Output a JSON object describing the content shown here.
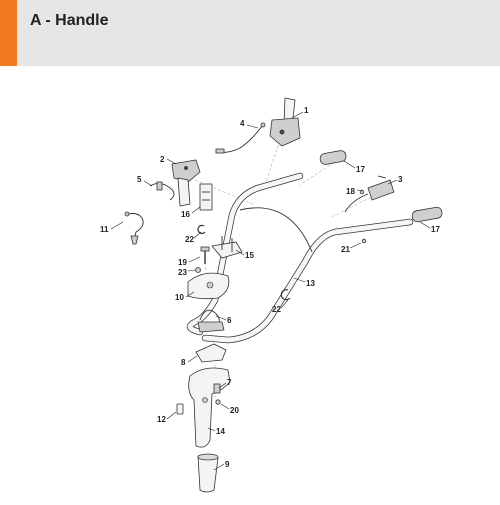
{
  "header": {
    "title": "A - Handle",
    "accent_color": "#f37a1f",
    "background_color": "#e6e6e6"
  },
  "callouts": [
    {
      "id": "1",
      "label": "1"
    },
    {
      "id": "2",
      "label": "2"
    },
    {
      "id": "3",
      "label": "3"
    },
    {
      "id": "4",
      "label": "4"
    },
    {
      "id": "5",
      "label": "5"
    },
    {
      "id": "6",
      "label": "6"
    },
    {
      "id": "7",
      "label": "7"
    },
    {
      "id": "8",
      "label": "8"
    },
    {
      "id": "9",
      "label": "9"
    },
    {
      "id": "10",
      "label": "10"
    },
    {
      "id": "11",
      "label": "11"
    },
    {
      "id": "12",
      "label": "12"
    },
    {
      "id": "13",
      "label": "13"
    },
    {
      "id": "14",
      "label": "14"
    },
    {
      "id": "15",
      "label": "15"
    },
    {
      "id": "16",
      "label": "16"
    },
    {
      "id": "17a",
      "label": "17"
    },
    {
      "id": "17b",
      "label": "17"
    },
    {
      "id": "18",
      "label": "18"
    },
    {
      "id": "19",
      "label": "19"
    },
    {
      "id": "20",
      "label": "20"
    },
    {
      "id": "21",
      "label": "21"
    },
    {
      "id": "22a",
      "label": "22"
    },
    {
      "id": "22b",
      "label": "22"
    },
    {
      "id": "23",
      "label": "23"
    }
  ]
}
